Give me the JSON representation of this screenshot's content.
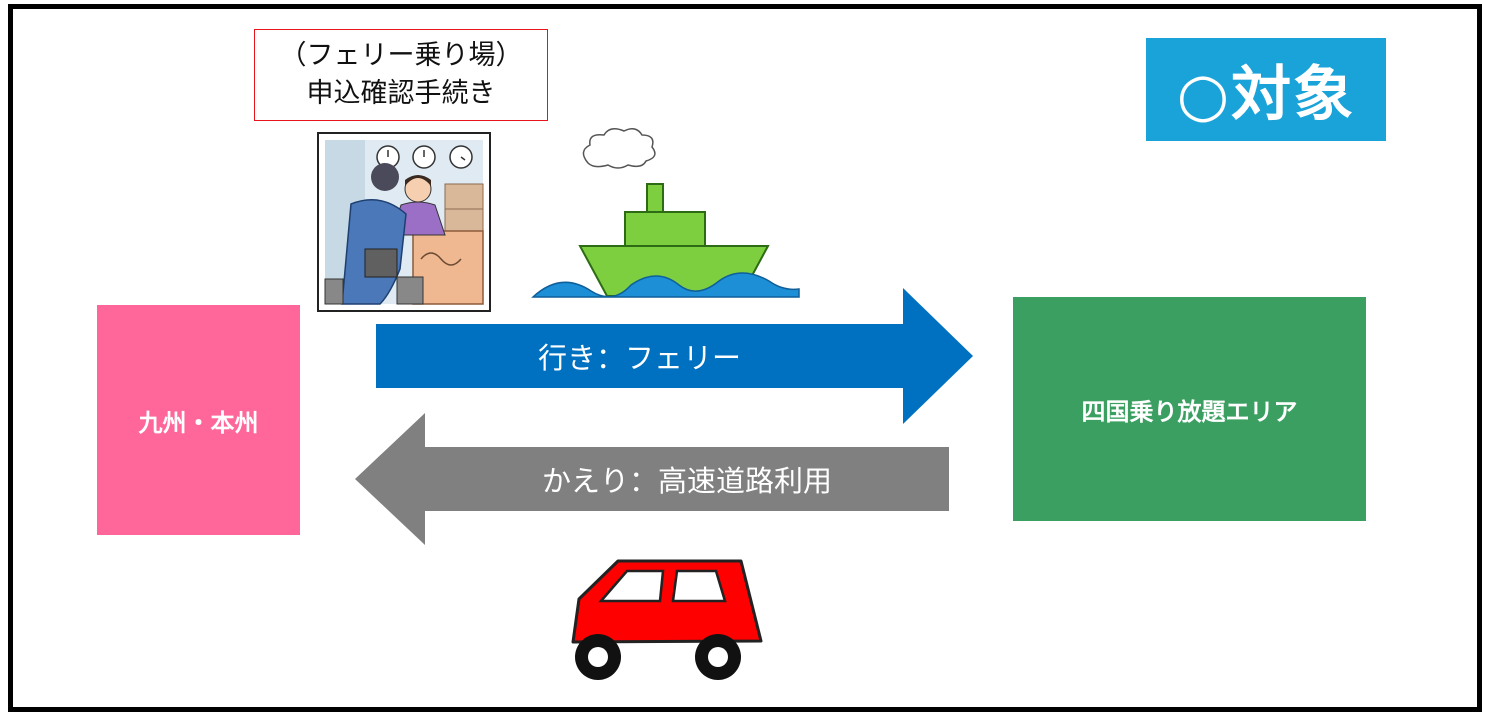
{
  "callout": {
    "line1": "（フェリー乗り場）",
    "line2": "申込確認手続き"
  },
  "badge": {
    "label": "○対象",
    "color": "#1aa3d9"
  },
  "regions": {
    "left": {
      "label": "九州・本州",
      "color": "#ff6699"
    },
    "right": {
      "label": "四国乗り放題エリア",
      "color": "#3a9f61"
    }
  },
  "arrows": {
    "outbound": {
      "label": "行き：フェリー",
      "color": "#0070c0"
    },
    "return": {
      "label": "かえり：高速道路利用",
      "color": "#808080"
    }
  },
  "icons": {
    "ferry": "ferry-icon",
    "car": "car-icon",
    "counter": "ferry-counter-illustration"
  },
  "colors": {
    "ferry_hull": "#7ecf40",
    "sea": "#1c8fd6",
    "car": "#ff0000"
  }
}
